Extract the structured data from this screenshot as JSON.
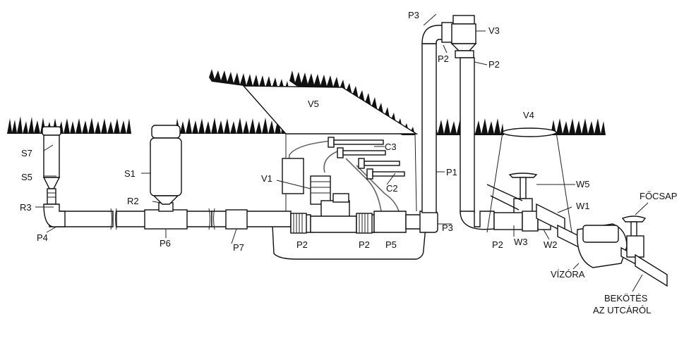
{
  "diagram": {
    "labels": {
      "P3_top": "P3",
      "V3": "V3",
      "P2_valve": "P2",
      "P2_riser": "P2",
      "V5": "V5",
      "V4": "V4",
      "C3": "C3",
      "C2": "C2",
      "P1": "P1",
      "V1": "V1",
      "S7": "S7",
      "S5": "S5",
      "R3": "R3",
      "P4": "P4",
      "S1": "S1",
      "R2": "R2",
      "P6": "P6",
      "P7": "P7",
      "P2_a": "P2",
      "P2_b": "P2",
      "P5": "P5",
      "P3_bottom": "P3",
      "W5": "W5",
      "W1": "W1",
      "P2_c": "P2",
      "W3": "W3",
      "W2": "W2",
      "focsap": "FŐCSAP",
      "vizora": "VÍZÓRA",
      "bekotes_line1": "BEKÖTÉS",
      "bekotes_line2": "AZ UTCÁRÓL"
    }
  }
}
